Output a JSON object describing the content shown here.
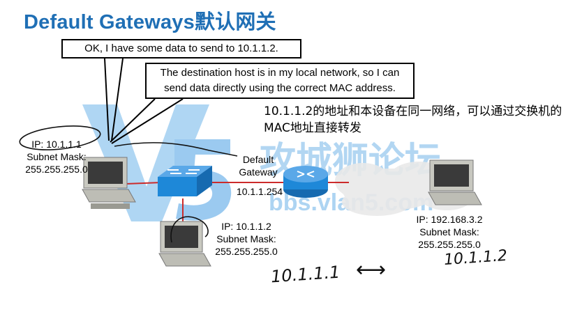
{
  "title": "Default Gateways默认网关",
  "callouts": {
    "first": "OK, I have some data to send to 10.1.1.2.",
    "second_line1": "The destination host is in my local network, so I can",
    "second_line2": "send data directly using the correct MAC address."
  },
  "note": "10.1.1.2的地址和本设备在同一网络，可以通过交换机的MAC地址直接转发",
  "host1": {
    "ip": "IP: 10.1.1.1",
    "mask_label": "Subnet Mask:",
    "mask": "255.255.255.0"
  },
  "host2": {
    "ip": "IP: 10.1.1.2",
    "mask_label": "Subnet Mask:",
    "mask": "255.255.255.0"
  },
  "host3": {
    "ip": "IP: 192.168.3.2",
    "mask_label": "Subnet Mask:",
    "mask": "255.255.255.0"
  },
  "gateway": {
    "label_line1": "Default",
    "label_line2": "Gateway",
    "ip": "10.1.1.254"
  },
  "watermark": {
    "chinese": "攻城狮论坛",
    "url": "bbs.vlan5.com",
    "logo_letter": "V5"
  },
  "handwriting": {
    "left": "10.1.1.1",
    "arrow": "⟷",
    "right": "10.1.1.2"
  },
  "colors": {
    "title": "#1f6fb5",
    "device_blue": "#1e88d8",
    "link_red": "#cc2b2b",
    "watermark": "#2b8fd8"
  }
}
